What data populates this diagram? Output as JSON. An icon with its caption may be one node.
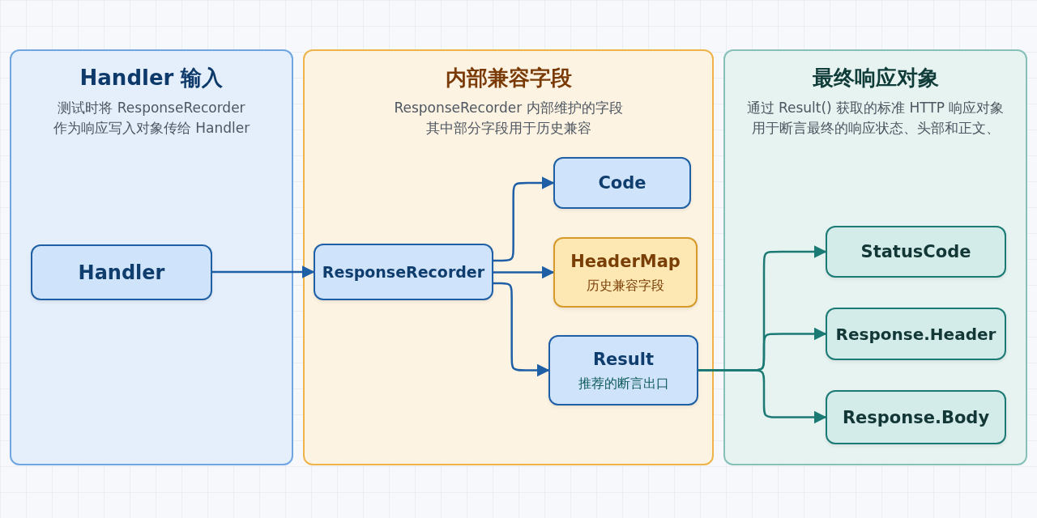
{
  "diagram": {
    "nodes": [
      {
        "text": [
          "Handler 输入",
          "测试时将 ResponseRecorder 作为响应写入对象传给 Handler"
        ]
      },
      {
        "text": [
          "内部兼容字段",
          "ResponseRecorder 内部维护的字段其中部分字段用于历史兼容"
        ]
      },
      {
        "text": [
          "最终响应对象",
          "通过 Result() 获取的标准 HTTP 响应对象用于断言最终的响应状态、头部和正文、"
        ]
      },
      {
        "text": [
          "Handler"
        ],
        "in": 0
      },
      {
        "text": [
          "ResponseRecorder"
        ],
        "in": 1
      },
      {
        "text": [
          "Code"
        ],
        "in": 1
      },
      {
        "text": [
          "HeaderMap",
          "历史兼容字段"
        ],
        "in": 1
      },
      {
        "text": [
          "Result",
          "推荐的断言出口"
        ],
        "in": 1
      },
      {
        "text": [
          "StatusCode"
        ],
        "in": 2
      },
      {
        "text": [
          "Response.Header"
        ],
        "in": 2
      },
      {
        "text": [
          "Response.Body"
        ],
        "in": 2
      }
    ],
    "edges": [
      {
        "from": 3,
        "to": 4,
        "arrow": "to"
      },
      {
        "from": 4,
        "to": 5,
        "arrow": "to"
      },
      {
        "from": 4,
        "to": 6,
        "arrow": "to"
      },
      {
        "from": 4,
        "to": 7,
        "arrow": "to"
      },
      {
        "from": 7,
        "to": 8,
        "arrow": "to",
        "color": "#1b7a74"
      },
      {
        "from": 7,
        "to": 9,
        "arrow": "to",
        "color": "#1b7a74"
      },
      {
        "from": 7,
        "to": 10,
        "arrow": "to",
        "color": "#1b7a74"
      }
    ]
  }
}
